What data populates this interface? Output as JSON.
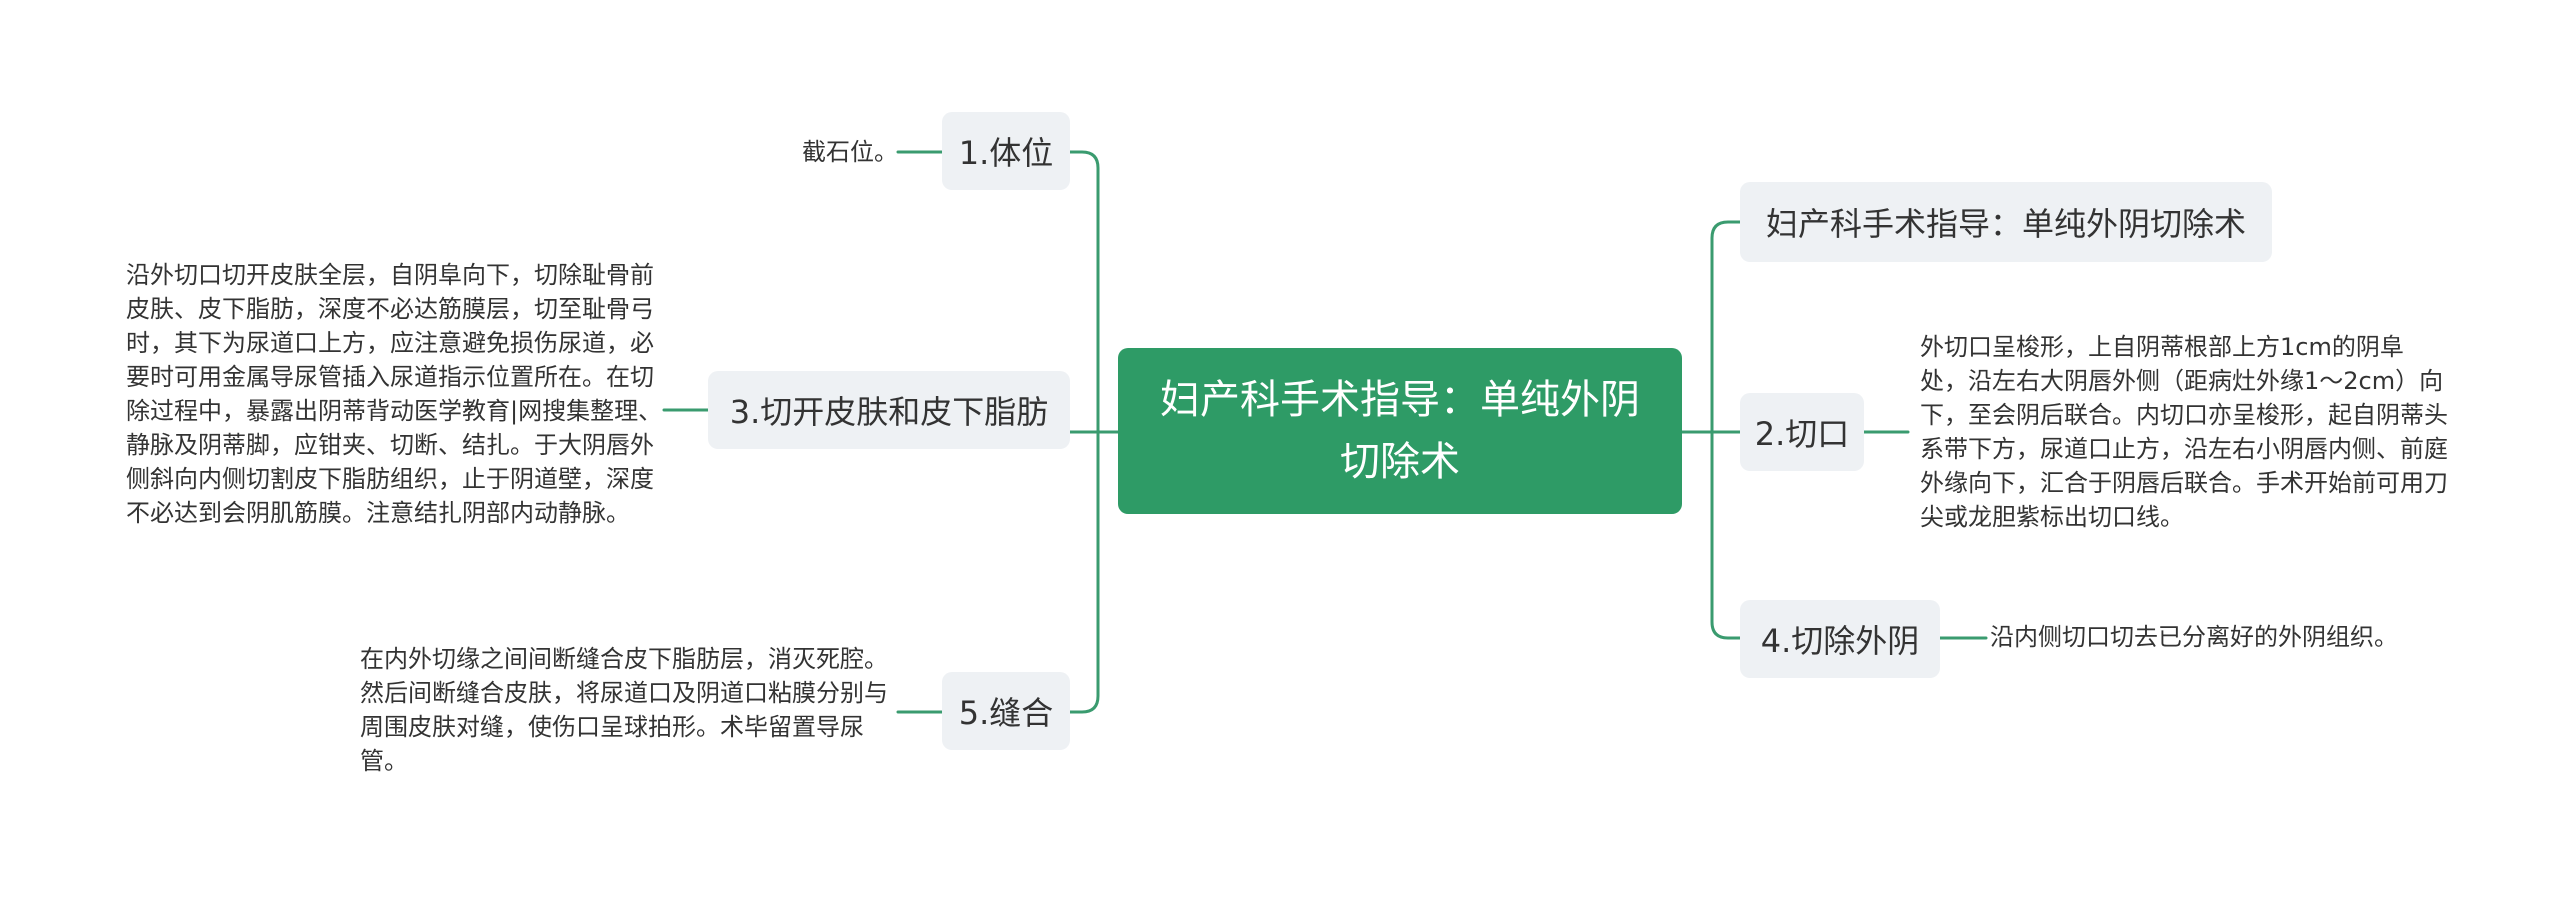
{
  "colors": {
    "accent": "#2e9b66",
    "node_bg": "#eef1f4",
    "line": "#3a9b6f"
  },
  "root": {
    "text": "妇产科手术指导：单纯外阴切除术"
  },
  "branches": {
    "b1": {
      "label": "1.体位",
      "detail": "截石位。"
    },
    "b3": {
      "label": "3.切开皮肤和皮下脂肪",
      "detail": "沿外切口切开皮肤全层，自阴阜向下，切除耻骨前皮肤、皮下脂肪，深度不必达筋膜层，切至耻骨弓时，其下为尿道口上方，应注意避免损伤尿道，必要时可用金属导尿管插入尿道指示位置所在。在切除过程中，暴露出阴蒂背动医学教育|网搜集整理、静脉及阴蒂脚，应钳夹、切断、结扎。于大阴唇外侧斜向内侧切割皮下脂肪组织，止于阴道壁，深度不必达到会阴肌筋膜。注意结扎阴部内动静脉。"
    },
    "b5": {
      "label": "5.缝合",
      "detail": "在内外切缘之间间断缝合皮下脂肪层，消灭死腔。然后间断缝合皮肤，将尿道口及阴道口粘膜分别与周围皮肤对缝，使伤口呈球拍形。术毕留置导尿管。"
    },
    "title": {
      "label": "妇产科手术指导：单纯外阴切除术"
    },
    "b2": {
      "label": "2.切口",
      "detail": "外切口呈梭形，上自阴蒂根部上方1cm的阴阜处，沿左右大阴唇外侧（距病灶外缘1～2cm）向下，至会阴后联合。内切口亦呈梭形，起自阴蒂头系带下方，尿道口止方，沿左右小阴唇内侧、前庭外缘向下，汇合于阴唇后联合。手术开始前可用刀尖或龙胆紫标出切口线。"
    },
    "b4": {
      "label": "4.切除外阴",
      "detail": "沿内侧切口切去已分离好的外阴组织。"
    }
  }
}
